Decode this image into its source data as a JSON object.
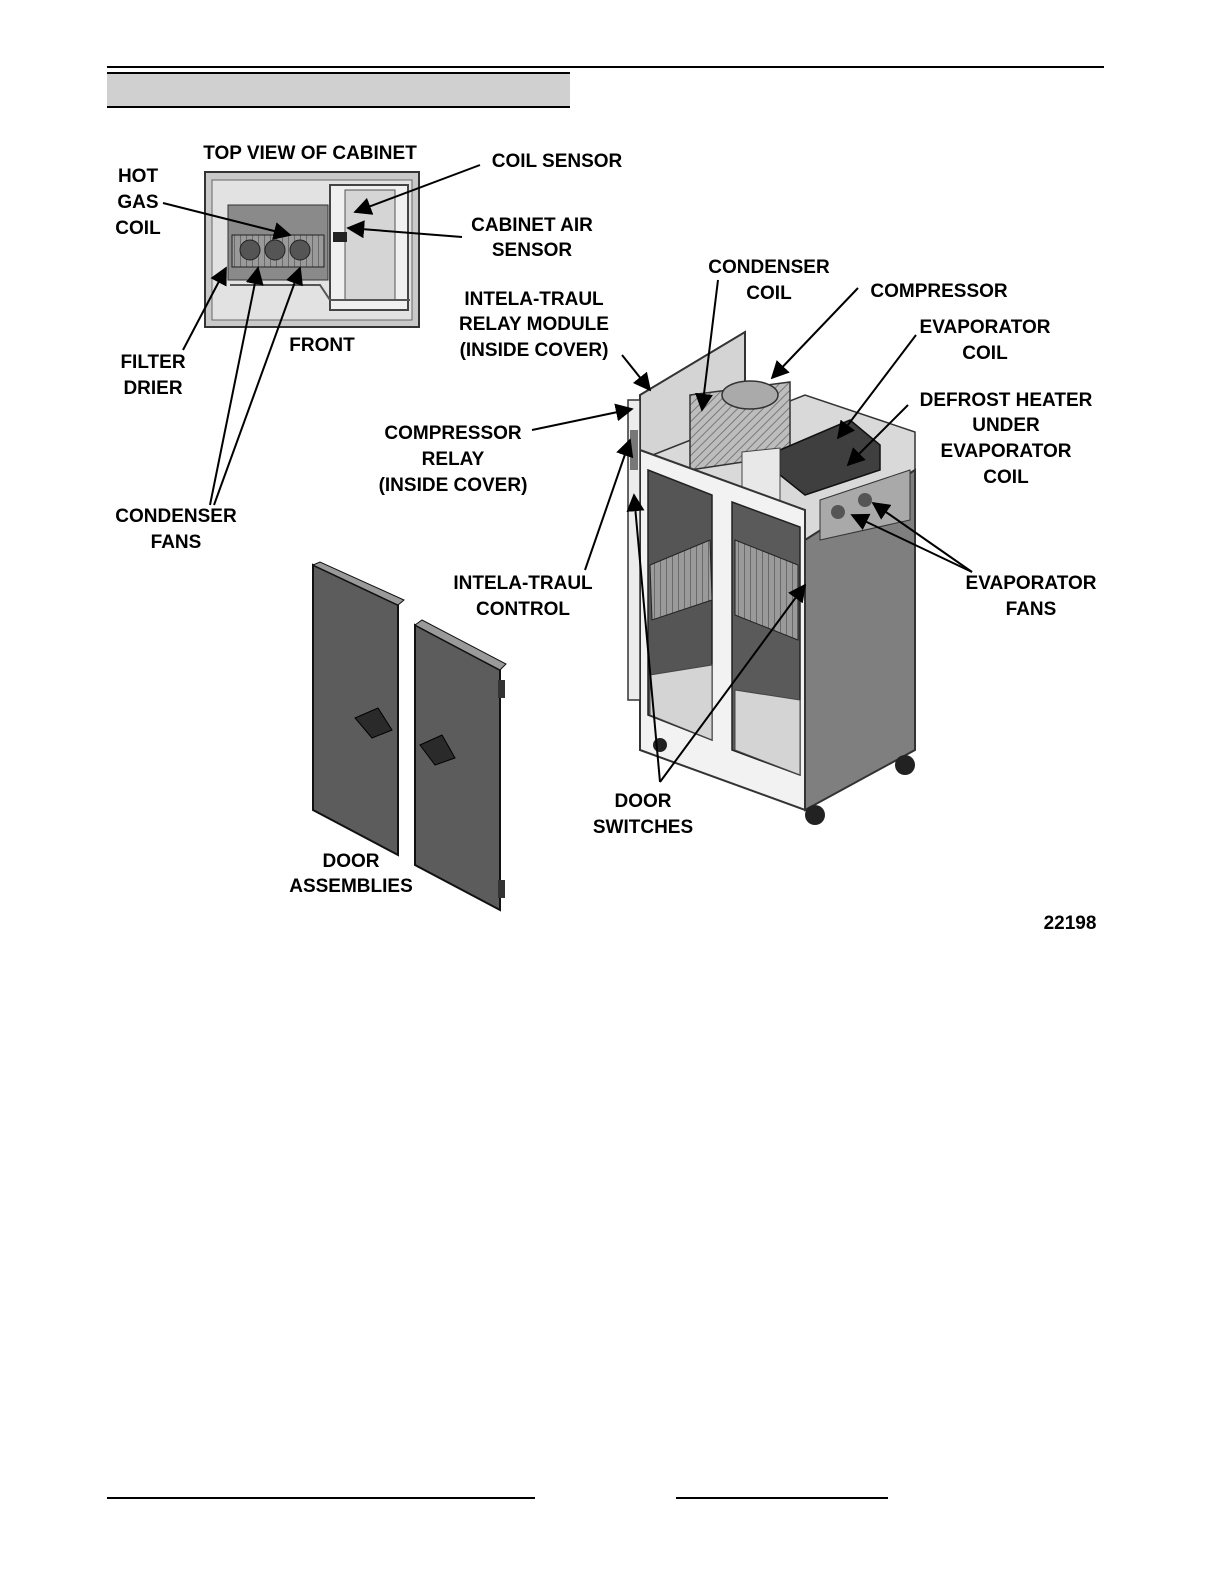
{
  "figure_number": "22198",
  "labels": {
    "top_view": "TOP VIEW OF CABINET",
    "hot_gas_coil": [
      "HOT",
      "GAS",
      "COIL"
    ],
    "coil_sensor": "COIL SENSOR",
    "cabinet_air_sensor": [
      "CABINET AIR",
      "SENSOR"
    ],
    "filter_drier": [
      "FILTER",
      "DRIER"
    ],
    "front": "FRONT",
    "condenser_fans": [
      "CONDENSER",
      "FANS"
    ],
    "relay_module": [
      "INTELA-TRAUL",
      "RELAY MODULE",
      "(INSIDE COVER)"
    ],
    "condenser_coil": [
      "CONDENSER",
      "COIL"
    ],
    "compressor": "COMPRESSOR",
    "evaporator_coil": [
      "EVAPORATOR",
      "COIL"
    ],
    "defrost_heater": [
      "DEFROST HEATER",
      "UNDER",
      "EVAPORATOR",
      "COIL"
    ],
    "compressor_relay": [
      "COMPRESSOR",
      "RELAY",
      "(INSIDE COVER)"
    ],
    "control": [
      "INTELA-TRAUL",
      "CONTROL"
    ],
    "evaporator_fans": [
      "EVAPORATOR",
      "FANS"
    ],
    "door_switches": [
      "DOOR",
      "SWITCHES"
    ],
    "door_assemblies": [
      "DOOR",
      "ASSEMBLIES"
    ]
  }
}
